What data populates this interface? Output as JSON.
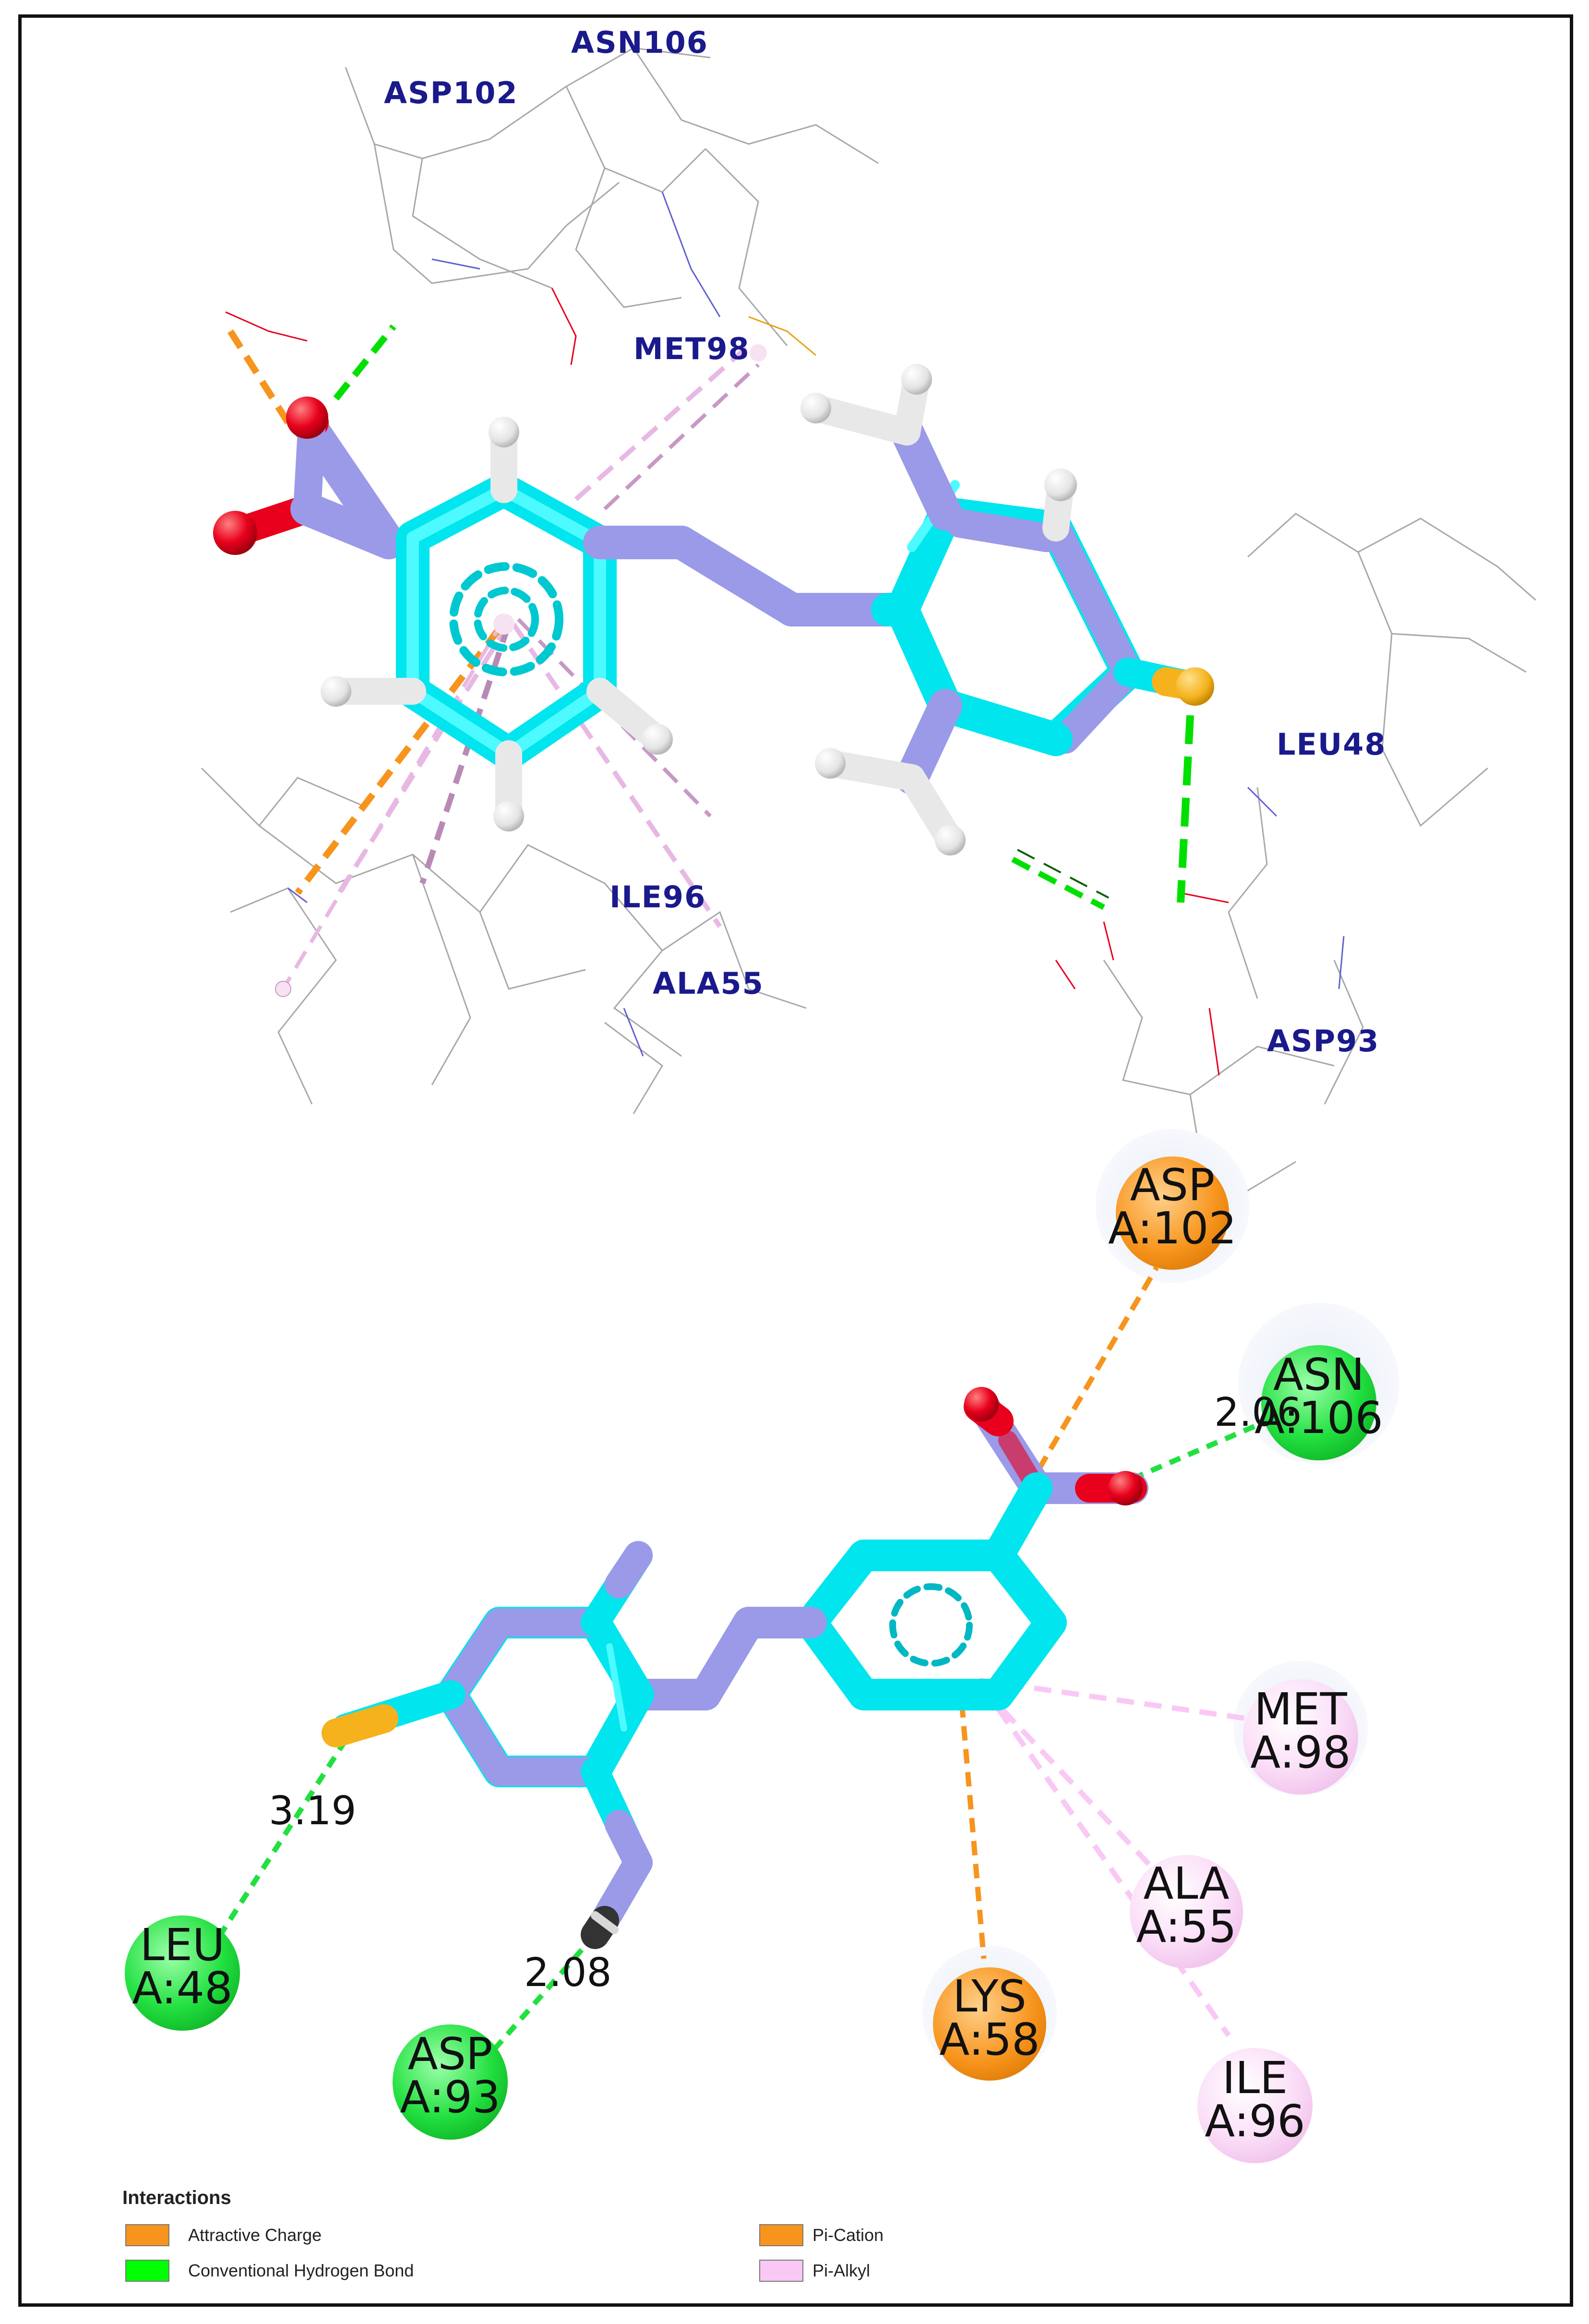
{
  "panel_3d": {
    "residue_labels": [
      "ASN106",
      "ASP102",
      "MET98",
      "LEU48",
      "ILE96",
      "ALA55",
      "ASP93"
    ]
  },
  "panel_2d": {
    "residues": [
      {
        "line1": "ASP",
        "line2": "A:102",
        "type": "attractive-charge"
      },
      {
        "line1": "ASN",
        "line2": "A:106",
        "type": "hydrogen-bond"
      },
      {
        "line1": "MET",
        "line2": "A:98",
        "type": "pi-alkyl"
      },
      {
        "line1": "ALA",
        "line2": "A:55",
        "type": "pi-alkyl"
      },
      {
        "line1": "ILE",
        "line2": "A:96",
        "type": "pi-alkyl"
      },
      {
        "line1": "LYS",
        "line2": "A:58",
        "type": "pi-cation"
      },
      {
        "line1": "LEU",
        "line2": "A:48",
        "type": "hydrogen-bond"
      },
      {
        "line1": "ASP",
        "line2": "A:93",
        "type": "hydrogen-bond"
      }
    ],
    "distances": [
      "2.06",
      "3.19",
      "2.08"
    ]
  },
  "legend": {
    "title": "Interactions",
    "items": [
      {
        "label": "Attractive Charge",
        "color": "#f7941d"
      },
      {
        "label": "Conventional Hydrogen Bond",
        "color": "#00ff00"
      },
      {
        "label": "Pi-Cation",
        "color": "#f7941d"
      },
      {
        "label": "Pi-Alkyl",
        "color": "#f9c8f5"
      }
    ]
  },
  "colors": {
    "carbon": "#00e5ee",
    "nitrogen": "#9696e8",
    "oxygen": "#e8001c",
    "sulfur": "#f5b21d",
    "hydrogen": "#f2f2f2",
    "orange_interaction": "#f7941d",
    "green_interaction": "#00ff00",
    "pink_interaction": "#f9c8f5",
    "label_blue": "#1a1a8c"
  }
}
